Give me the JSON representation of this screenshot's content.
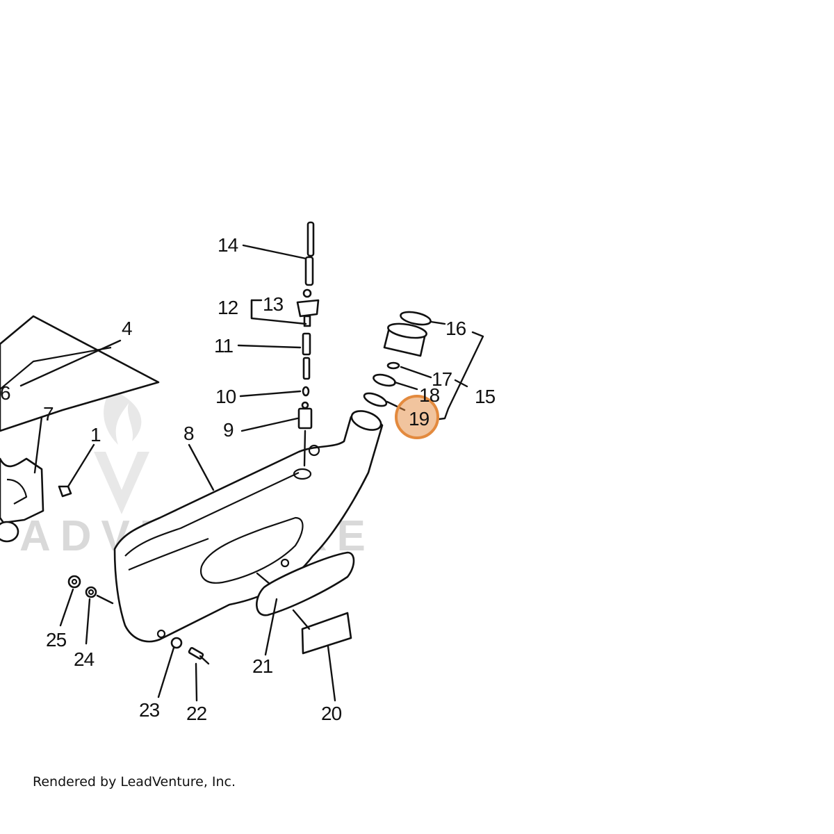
{
  "diagram": {
    "callouts": [
      "1",
      "4",
      "6",
      "7",
      "8",
      "9",
      "10",
      "11",
      "12",
      "13",
      "14",
      "15",
      "16",
      "17",
      "18",
      "19",
      "20",
      "21",
      "22",
      "23",
      "24",
      "25"
    ],
    "highlighted": "19",
    "highlight_color": "#E38A3E"
  },
  "watermark": {
    "text": "ADVENTURE"
  },
  "footer": {
    "credit": "Rendered by LeadVenture, Inc."
  }
}
